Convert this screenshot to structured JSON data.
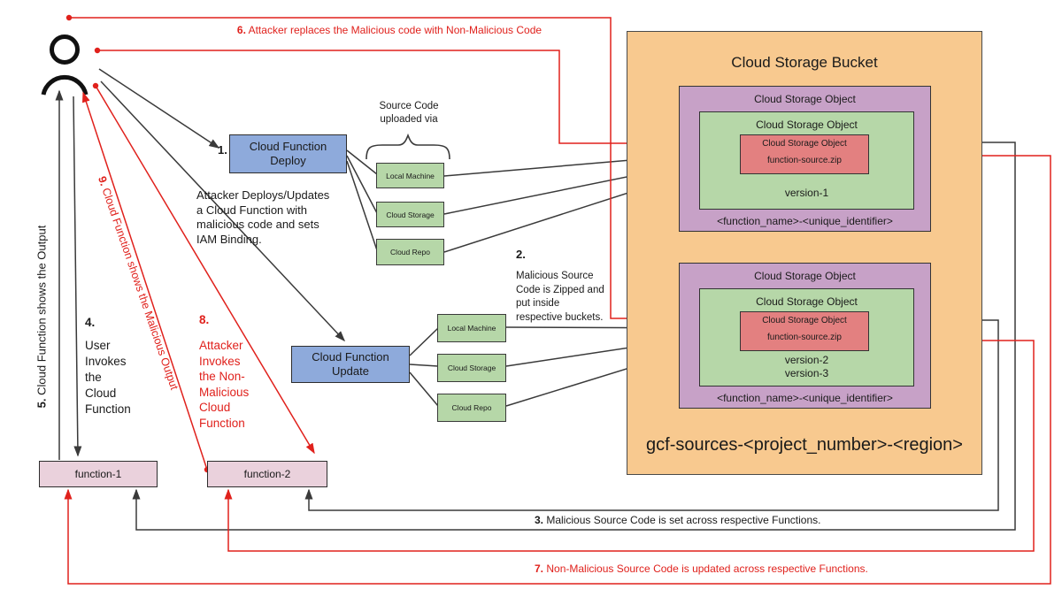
{
  "steps": {
    "s1": {
      "num": "1."
    },
    "s2": {
      "num": "2.",
      "text": "Malicious Source\nCode is Zipped and\nput inside\nrespective buckets."
    },
    "s3": {
      "num": "3.",
      "text": " Malicious Source Code is set across respective Functions."
    },
    "s4": {
      "num": "4.",
      "text": "User\nInvokes\nthe\nCloud\nFunction"
    },
    "s5": {
      "num": "5.",
      "text": " Cloud Function shows the Output"
    },
    "s6": {
      "num": "6.",
      "text": " Attacker replaces the Malicious code with Non-Malicious Code"
    },
    "s7": {
      "num": "7.",
      "text": " Non-Malicious Source Code is updated across respective Functions."
    },
    "s8": {
      "num": "8.",
      "text": "Attacker\nInvokes\nthe Non-\nMalicious\nCloud\nFunction"
    },
    "s9": {
      "num": "9.",
      "text": " Cloud Function shows the Malicious Output"
    }
  },
  "notes": {
    "attacker_deploys": "Attacker Deploys/Updates\na Cloud Function with\nmalicious code and sets\nIAM Binding.",
    "source_code_uploaded": "Source Code\nuploaded via"
  },
  "nodes": {
    "deploy": "Cloud Function\nDeploy",
    "update": "Cloud Function\nUpdate",
    "upload1": [
      "Local Machine",
      "Cloud Storage",
      "Cloud Repo"
    ],
    "upload2": [
      "Local Machine",
      "Cloud Storage",
      "Cloud Repo"
    ],
    "function1": "function-1",
    "function2": "function-2"
  },
  "bucket": {
    "title": "Cloud Storage Bucket",
    "name": "gcf-sources-<project_number>-<region>",
    "object1": {
      "outer": "Cloud Storage Object",
      "middle": "Cloud Storage Object",
      "inner": "Cloud Storage Object",
      "file": "function-source.zip",
      "versions": "version-1",
      "identifier": "<function_name>-<unique_identifier>"
    },
    "object2": {
      "outer": "Cloud Storage Object",
      "middle": "Cloud Storage Object",
      "inner": "Cloud Storage Object",
      "file": "function-source.zip",
      "versions": "version-2\nversion-3",
      "identifier": "<function_name>-<unique_identifier>"
    }
  },
  "colors": {
    "red_accent": "#e0211c",
    "line": "#3a3a3a",
    "blue_node": "#8eaadb",
    "green_node": "#b6d7a8",
    "orange_bucket": "#f8c98f",
    "purple_object": "#c7a1c7",
    "rose_object": "#e38080",
    "pink_function": "#ead1dc"
  }
}
